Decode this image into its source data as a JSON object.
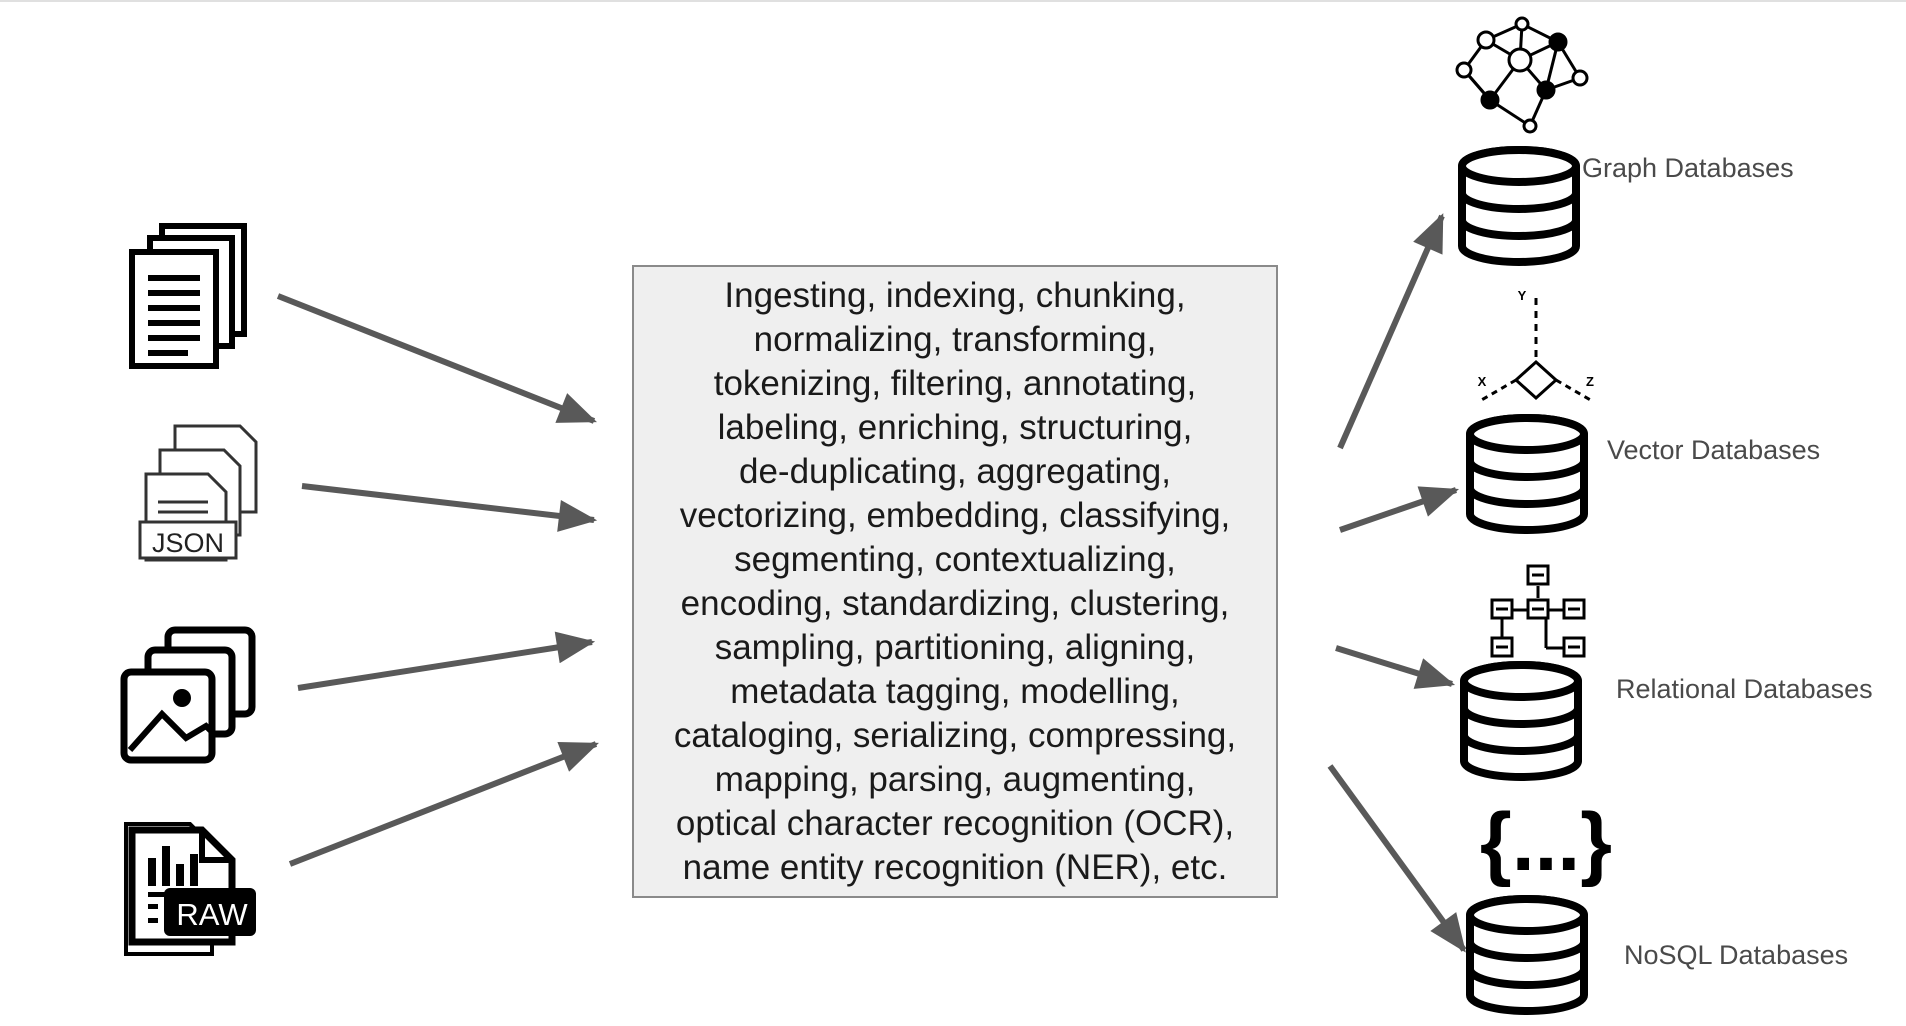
{
  "inputs": {
    "json_badge": "JSON",
    "raw_badge": "RAW"
  },
  "process": {
    "lines": [
      "Ingesting, indexing, chunking,",
      "normalizing, transforming,",
      "tokenizing, filtering, annotating,",
      "labeling, enriching, structuring,",
      "de-duplicating, aggregating,",
      "vectorizing, embedding, classifying,",
      "segmenting, contextualizing,",
      "encoding, standardizing, clustering,",
      "sampling, partitioning, aligning,",
      "metadata tagging, modelling,",
      "cataloging, serializing, compressing,",
      "mapping, parsing, augmenting,",
      "optical character recognition (OCR),",
      "name entity recognition (NER), etc."
    ]
  },
  "outputs": {
    "graph": "Graph Databases",
    "vector": "Vector Databases",
    "relational": "Relational Databases",
    "nosql": "NoSQL Databases"
  },
  "vector_axes": {
    "y": "Y",
    "x": "X",
    "z": "Z"
  },
  "nosql_icon_text": "{...}",
  "colors": {
    "arrow": "#595959",
    "box_fill": "#efefef",
    "box_border": "#8a8a8a",
    "icon": "#000000",
    "label": "#4a4a4a"
  }
}
